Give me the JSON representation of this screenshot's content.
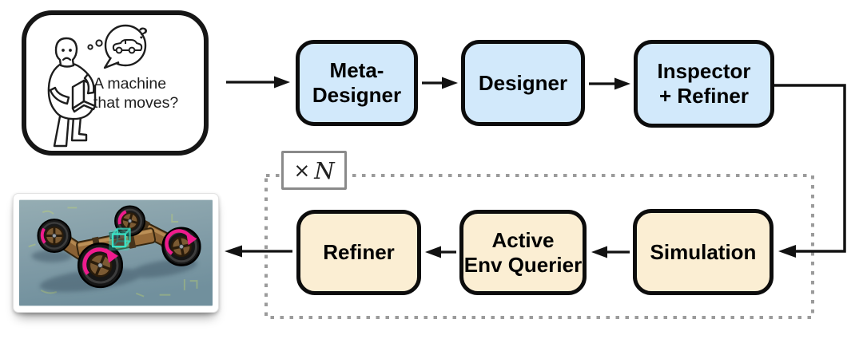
{
  "colors": {
    "box_blue": "#d2e9fb",
    "box_cream": "#fbeed3",
    "box_border": "#0c0c0c",
    "arrow_black": "#121212",
    "loop_gray": "#9b9b9b",
    "accent_pink": "#ef1b8d",
    "accent_teal": "#3ae2c6"
  },
  "prompt_card": {
    "line1": "A machine",
    "line2": "that moves?",
    "question_mark": "?"
  },
  "flow": {
    "meta_designer": {
      "line1": "Meta-",
      "line2": "Designer"
    },
    "designer": {
      "line1": "Designer"
    },
    "inspector_refiner": {
      "line1": "Inspector",
      "line2": "+ Refiner"
    },
    "refiner": {
      "line1": "Refiner"
    },
    "active_env_querier": {
      "line1": "Active",
      "line2": "Env Querier"
    },
    "simulation": {
      "line1": "Simulation"
    }
  },
  "loop_badge": {
    "times_symbol": "×",
    "count_symbol": "N"
  }
}
